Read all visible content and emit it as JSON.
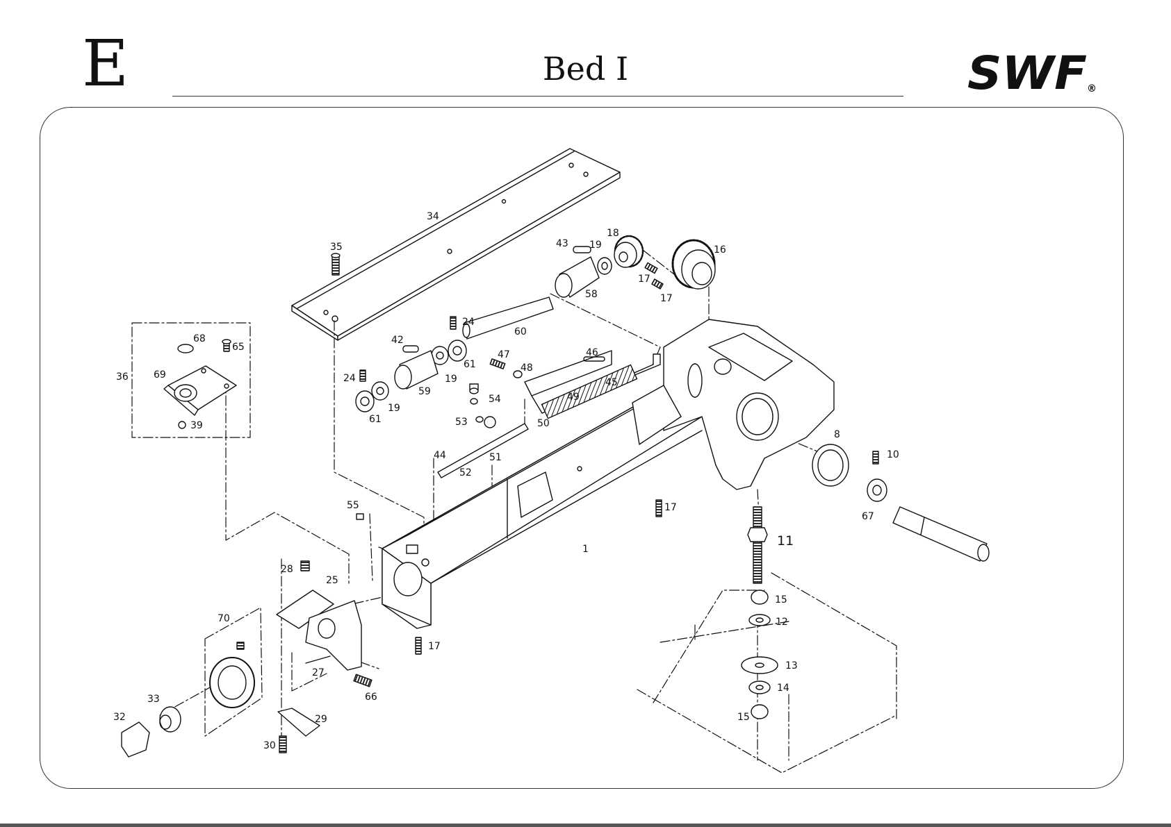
{
  "header": {
    "section_letter": "E",
    "title": "Bed I",
    "logo": {
      "text": "SWF",
      "registered_mark": "®"
    }
  },
  "callouts": [
    {
      "label": "34"
    },
    {
      "label": "35"
    },
    {
      "label": "43"
    },
    {
      "label": "19"
    },
    {
      "label": "18"
    },
    {
      "label": "16"
    },
    {
      "label": "17"
    },
    {
      "label": "17"
    },
    {
      "label": "58"
    },
    {
      "label": "60"
    },
    {
      "label": "24"
    },
    {
      "label": "42"
    },
    {
      "label": "61"
    },
    {
      "label": "47"
    },
    {
      "label": "19"
    },
    {
      "label": "48"
    },
    {
      "label": "46"
    },
    {
      "label": "24"
    },
    {
      "label": "59"
    },
    {
      "label": "49"
    },
    {
      "label": "45"
    },
    {
      "label": "19"
    },
    {
      "label": "54"
    },
    {
      "label": "61"
    },
    {
      "label": "53"
    },
    {
      "label": "50"
    },
    {
      "label": "44"
    },
    {
      "label": "51"
    },
    {
      "label": "52"
    },
    {
      "label": "68"
    },
    {
      "label": "65"
    },
    {
      "label": "36"
    },
    {
      "label": "69"
    },
    {
      "label": "39"
    },
    {
      "label": "8"
    },
    {
      "label": "10"
    },
    {
      "label": "67"
    },
    {
      "label": "17"
    },
    {
      "label": "55"
    },
    {
      "label": "11"
    },
    {
      "label": "1"
    },
    {
      "label": "28"
    },
    {
      "label": "25"
    },
    {
      "label": "15"
    },
    {
      "label": "12"
    },
    {
      "label": "70"
    },
    {
      "label": "17"
    },
    {
      "label": "13"
    },
    {
      "label": "27"
    },
    {
      "label": "14"
    },
    {
      "label": "66"
    },
    {
      "label": "33"
    },
    {
      "label": "15"
    },
    {
      "label": "32"
    },
    {
      "label": "29"
    },
    {
      "label": "30"
    }
  ]
}
